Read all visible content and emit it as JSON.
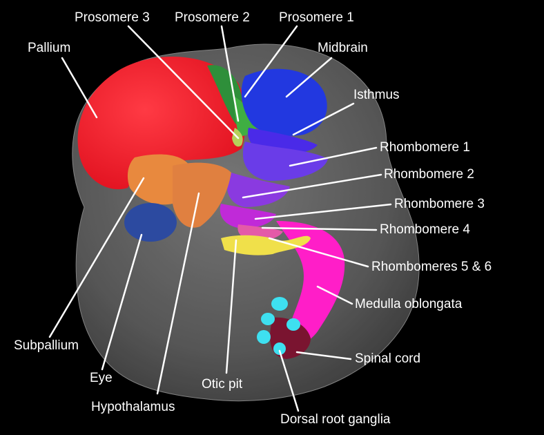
{
  "colors": {
    "background": "#000000",
    "head": "#6e6e6e",
    "label": "#ffffff",
    "leader": "#ffffff",
    "pallium": "#ff1e32",
    "subpallium": "#e8893e",
    "hypothalamus": "#e8893e",
    "eye": "#2c4aa0",
    "prosomere_1": "#2a9a3a",
    "prosomere_2": "#3ca83c",
    "prosomere_3": "#a8c850",
    "midbrain": "#2238e0",
    "isthmus": "#4a2ae8",
    "rhombomere_1": "#6a3ce8",
    "rhombomere_2": "#8a3ae0",
    "rhombomere_3": "#c02ad8",
    "rhombomere_4": "#e45aa8",
    "rhombomeres_5_6": "#f0e04a",
    "medulla_oblongata": "#ff1ec8",
    "spinal_cord": "#7a1430",
    "dorsal_root_ganglia": "#3ee0f0",
    "otic_pit": "#e8e050"
  },
  "labels": {
    "prosomere_3": "Prosomere 3",
    "prosomere_2": "Prosomere 2",
    "prosomere_1": "Prosomere 1",
    "pallium": "Pallium",
    "midbrain": "Midbrain",
    "isthmus": "Isthmus",
    "rhombomere_1": "Rhombomere 1",
    "rhombomere_2": "Rhombomere 2",
    "rhombomere_3": "Rhombomere 3",
    "rhombomere_4": "Rhombomere 4",
    "rhombomeres_5_6": "Rhombomeres 5 & 6",
    "medulla_oblongata": "Medulla oblongata",
    "spinal_cord": "Spinal cord",
    "subpallium": "Subpallium",
    "eye": "Eye",
    "otic_pit": "Otic pit",
    "hypothalamus": "Hypothalamus",
    "dorsal_root_ganglia": "Dorsal root ganglia"
  }
}
